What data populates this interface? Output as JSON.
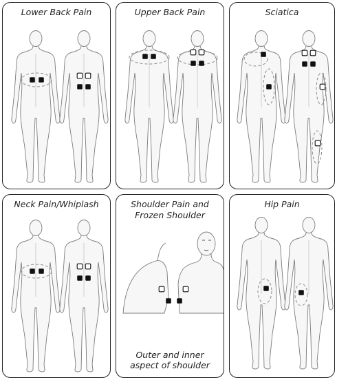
{
  "panels": [
    {
      "title": "Lower Back Pain",
      "caption": ""
    },
    {
      "title": "Upper Back Pain",
      "caption": ""
    },
    {
      "title": "Sciatica",
      "caption": ""
    },
    {
      "title": "Neck Pain/Whiplash",
      "caption": ""
    },
    {
      "title": "Shoulder Pain and Frozen Shoulder",
      "caption": "Outer and inner aspect of shoulder"
    },
    {
      "title": "Hip Pain",
      "caption": ""
    }
  ],
  "icons": {
    "filled_pad": "filled-electrode-pad-icon",
    "outline_pad": "outline-electrode-pad-icon",
    "zone": "dashed-treatment-zone"
  },
  "colors": {
    "panel_border": "#222222",
    "pad_fill": "#111111",
    "figure_fill": "#f7f7f7",
    "zone_stroke": "#8a8a8a"
  }
}
